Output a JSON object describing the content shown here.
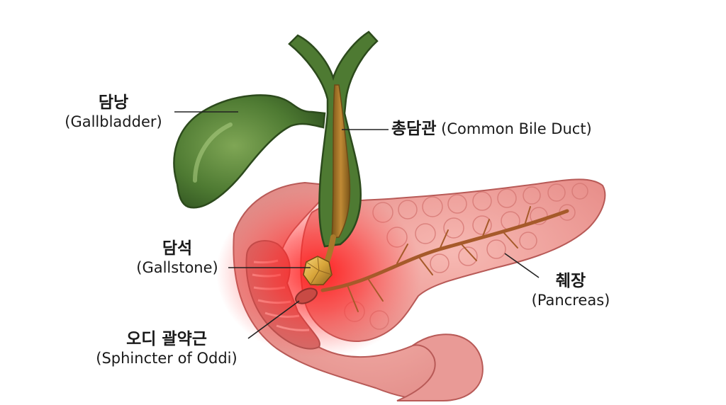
{
  "labels": {
    "gallbladder": {
      "ko": "담낭",
      "en": "(Gallbladder)"
    },
    "common_bile_duct": {
      "ko": "총담관",
      "en": "(Common Bile Duct)"
    },
    "gallstone": {
      "ko": "담석",
      "en": "(Gallstone)"
    },
    "sphincter": {
      "ko": "오디 괄약근",
      "en": "(Sphincter of Oddi)"
    },
    "pancreas": {
      "ko": "췌장",
      "en": "(Pancreas)"
    }
  },
  "colors": {
    "gallbladder": "#4e7a32",
    "bile_duct": "#a8782a",
    "pancreas": "#ec9898",
    "duodenum": "#ee9c9c",
    "inflammation": "#ff2020",
    "gallstone": "#d9a63a",
    "leader_line": "#222222"
  }
}
